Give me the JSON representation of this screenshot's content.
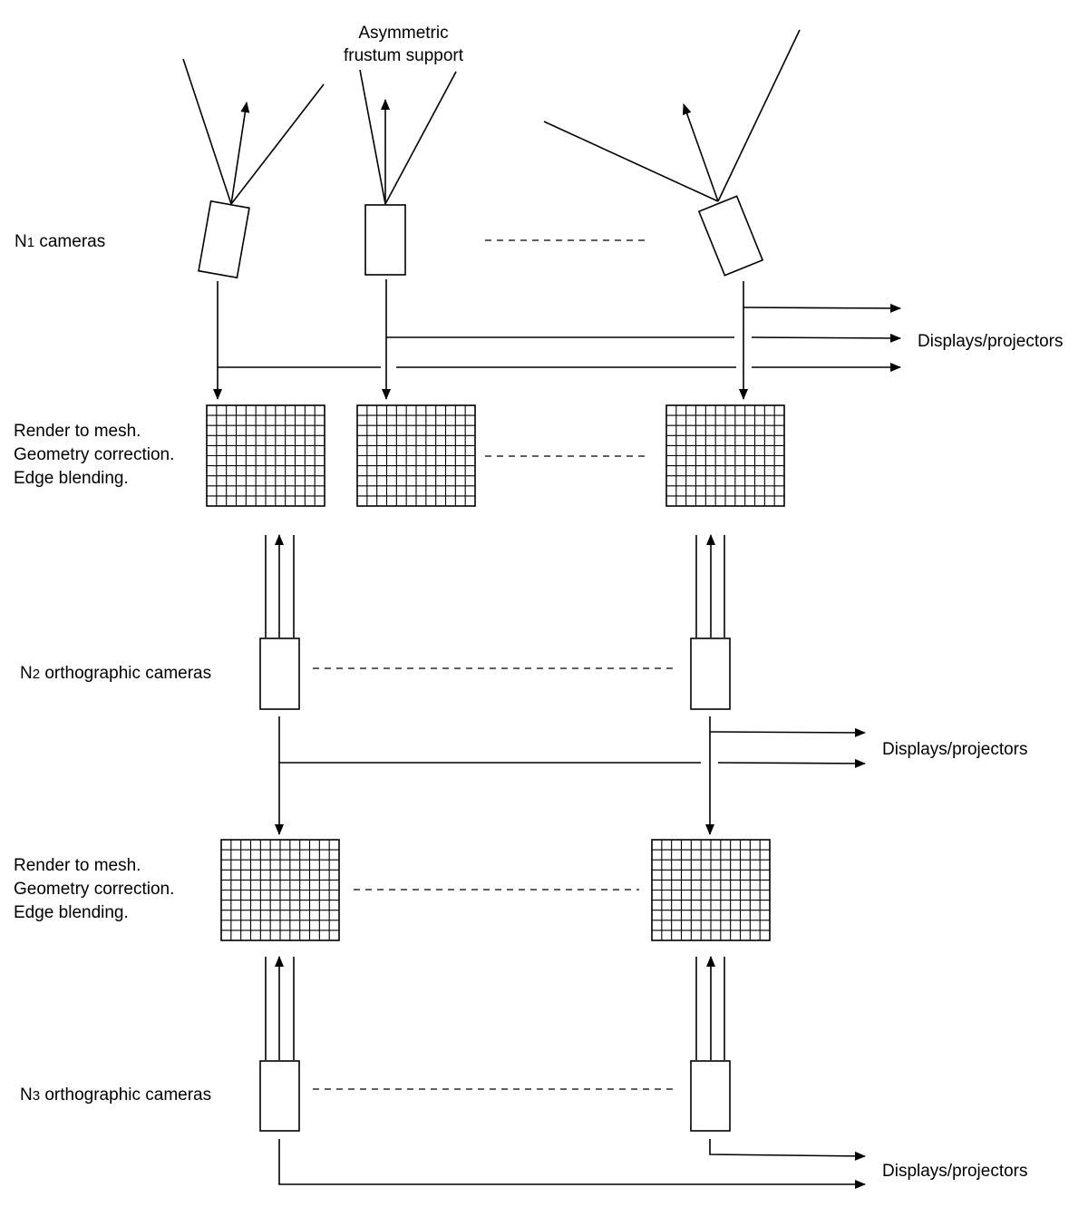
{
  "annotation": {
    "line1": "Asymmetric",
    "line2": "frustum support"
  },
  "levels": [
    {
      "prefix": "N",
      "index": "1",
      "suffix": " cameras"
    },
    {
      "prefix": "N",
      "index": "2",
      "suffix": " orthographic cameras"
    },
    {
      "prefix": "N",
      "index": "3",
      "suffix": " orthographic cameras"
    }
  ],
  "mesh_label": {
    "line1": "Render to mesh.",
    "line2": "Geometry correction.",
    "line3": "Edge blending."
  },
  "output_label": "Displays/projectors",
  "colors": {
    "stroke": "#000000",
    "background": "#ffffff"
  }
}
